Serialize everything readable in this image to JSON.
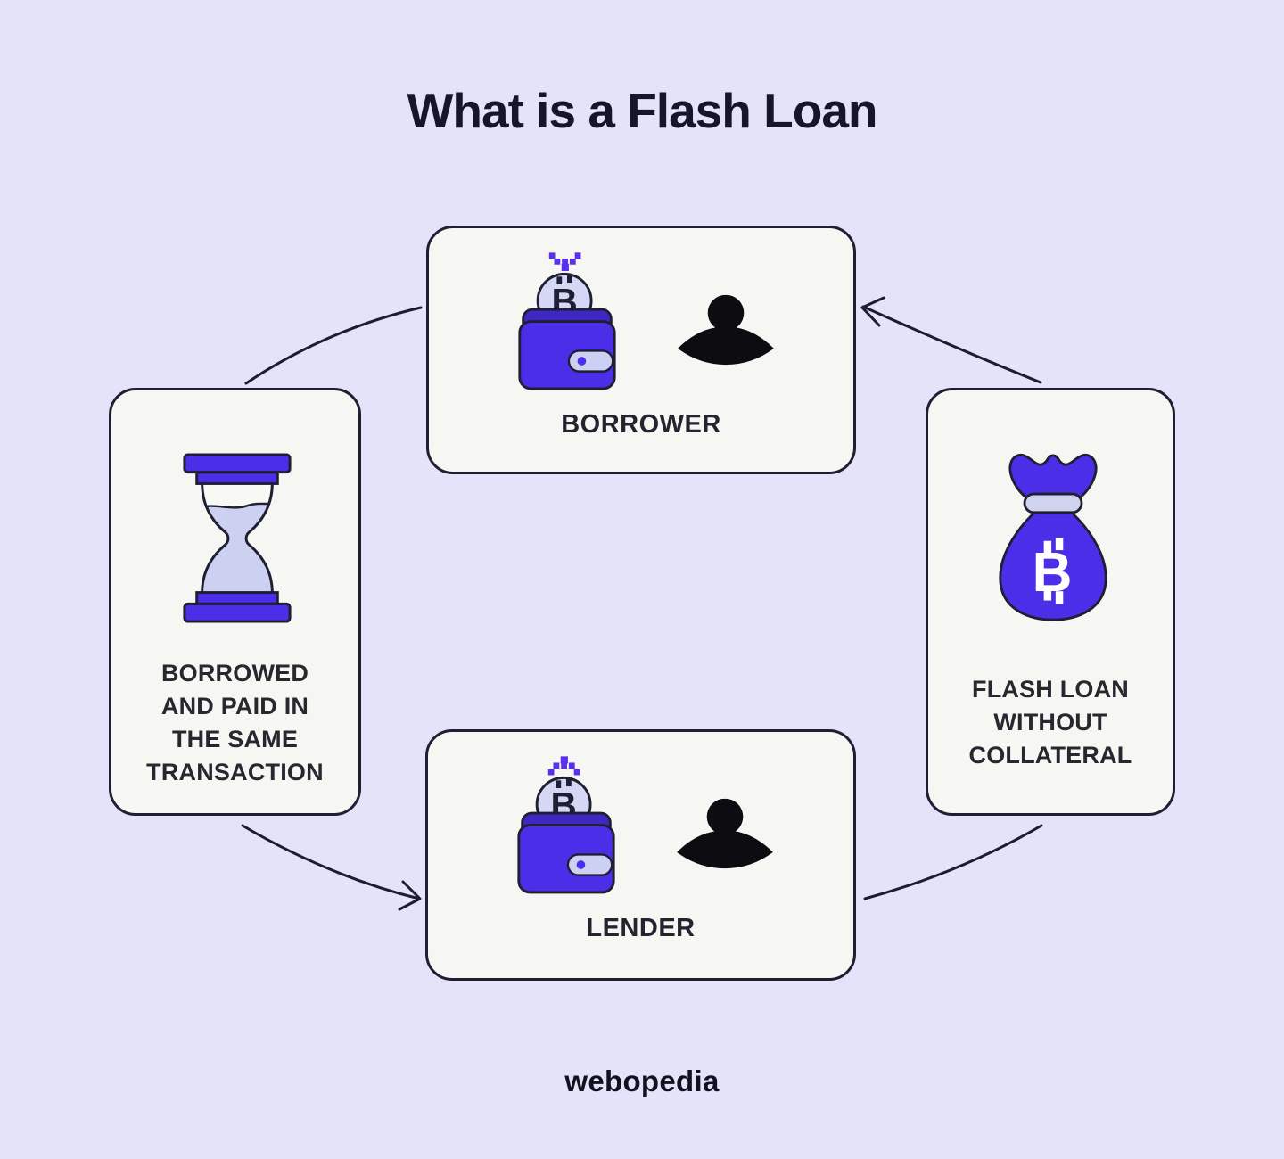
{
  "page": {
    "title": "What is a Flash Loan",
    "brand": "webopedia"
  },
  "palette": {
    "background": "#e4e3f9",
    "card_background": "#f6f6f3",
    "outline_ink": "#201e33",
    "indigo_primary": "#4a2ee8",
    "indigo_dark_flap": "#3d28c4",
    "lavender_light": "#d3d6f4",
    "sand_lavender": "#cdd1f1",
    "person_black": "#0d0d11",
    "pixel_violet": "#5a2fee",
    "text_ink": "#28272f"
  },
  "icons": {
    "bitcoin_glyph": "B",
    "names": [
      "wallet-bitcoin-icon",
      "person-icon",
      "hourglass-icon",
      "money-bag-bitcoin-icon",
      "pixel-chevron-down-icon",
      "pixel-chevron-up-icon"
    ]
  },
  "cards": {
    "borrower": {
      "label": "BORROWER",
      "icons": [
        "wallet-bitcoin-in",
        "person"
      ]
    },
    "lender": {
      "label": "LENDER",
      "icons": [
        "wallet-bitcoin-out",
        "person"
      ]
    },
    "left": {
      "icon": "hourglass",
      "lines": [
        "BORROWED",
        "AND PAID IN",
        "THE SAME",
        "TRANSACTION"
      ]
    },
    "right": {
      "icon": "money-bag-bitcoin",
      "lines": [
        "FLASH LOAN",
        "WITHOUT",
        "COLLATERAL"
      ]
    }
  },
  "flow": {
    "edges": [
      {
        "between": [
          "borrowed-paid-card",
          "borrower-card"
        ],
        "arrowhead": false
      },
      {
        "between": [
          "flash-loan-card",
          "borrower-card"
        ],
        "arrowhead": true,
        "points_to": "borrower-card"
      },
      {
        "between": [
          "borrowed-paid-card",
          "lender-card"
        ],
        "arrowhead": true,
        "points_to": "lender-card"
      },
      {
        "between": [
          "lender-card",
          "flash-loan-card"
        ],
        "arrowhead": false
      }
    ]
  }
}
